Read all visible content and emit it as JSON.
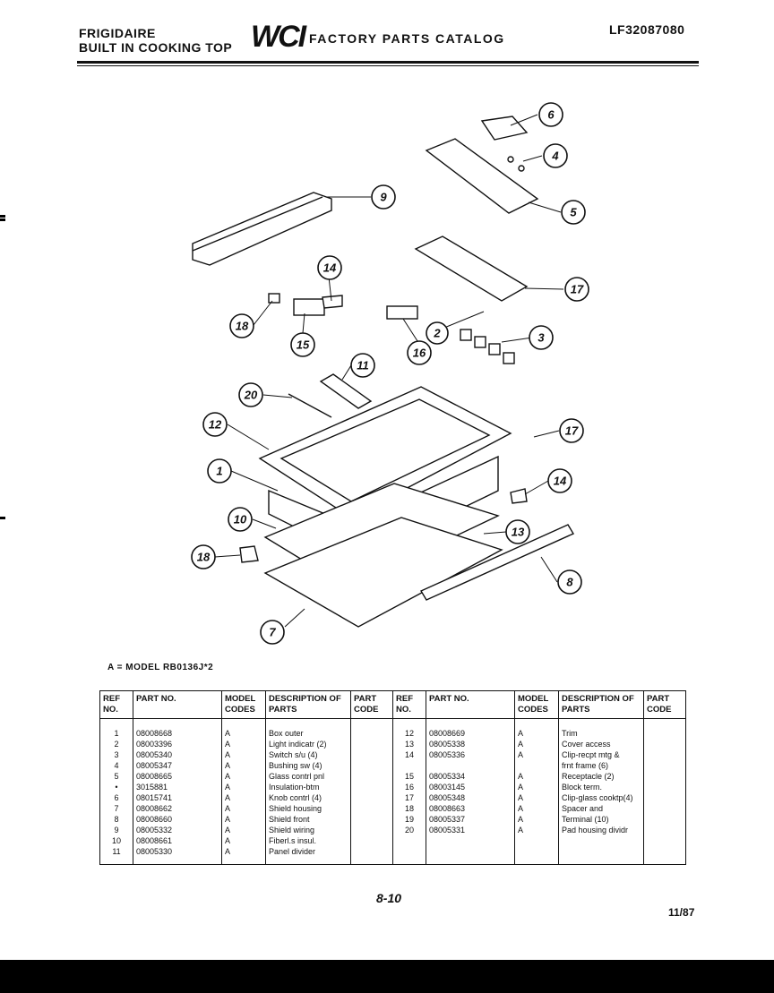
{
  "header": {
    "brand": "FRIGIDAIRE",
    "product": "BUILT IN COOKING TOP",
    "logo": "WCI",
    "catalog_title": "FACTORY PARTS CATALOG",
    "doc_number": "LF32087080"
  },
  "diagram": {
    "callouts": [
      "6",
      "4",
      "5",
      "9",
      "14",
      "17",
      "18",
      "15",
      "16",
      "2",
      "3",
      "11",
      "20",
      "12",
      "17",
      "1",
      "14",
      "10",
      "13",
      "18",
      "8",
      "7"
    ]
  },
  "model_line": "A  =  MODEL RB0136J*2",
  "table": {
    "headers": {
      "ref": "REF NO.",
      "part": "PART NO.",
      "model": "MODEL CODES",
      "desc": "DESCRIPTION OF PARTS",
      "code": "PART CODE"
    },
    "left": [
      {
        "ref": "1",
        "part": "08008668",
        "model": "A",
        "desc": "Box outer",
        "code": ""
      },
      {
        "ref": "2",
        "part": "08003396",
        "model": "A",
        "desc": "Light indicatr (2)",
        "code": ""
      },
      {
        "ref": "3",
        "part": "08005340",
        "model": "A",
        "desc": "Switch s/u (4)",
        "code": ""
      },
      {
        "ref": "4",
        "part": "08005347",
        "model": "A",
        "desc": "Bushing sw (4)",
        "code": ""
      },
      {
        "ref": "5",
        "part": "08008665",
        "model": "A",
        "desc": "Glass contrl pnl",
        "code": ""
      },
      {
        "ref": "•",
        "part": "3015881",
        "model": "A",
        "desc": "Insulation-btm",
        "code": ""
      },
      {
        "ref": "6",
        "part": "08015741",
        "model": "A",
        "desc": "Knob contrl (4)",
        "code": ""
      },
      {
        "ref": "7",
        "part": "08008662",
        "model": "A",
        "desc": "Shield housing",
        "code": ""
      },
      {
        "ref": "8",
        "part": "08008660",
        "model": "A",
        "desc": "Shield front",
        "code": ""
      },
      {
        "ref": "9",
        "part": "08005332",
        "model": "A",
        "desc": "Shield wiring",
        "code": ""
      },
      {
        "ref": "10",
        "part": "08008661",
        "model": "A",
        "desc": "Fiberl.s insul.",
        "code": ""
      },
      {
        "ref": "11",
        "part": "08005330",
        "model": "A",
        "desc": "Panel divider",
        "code": ""
      }
    ],
    "right": [
      {
        "ref": "12",
        "part": "08008669",
        "model": "A",
        "desc": "Trim",
        "code": ""
      },
      {
        "ref": "13",
        "part": "08005338",
        "model": "A",
        "desc": "Cover access",
        "code": ""
      },
      {
        "ref": "14",
        "part": "08005336",
        "model": "A",
        "desc": "Clip-recpt mtg &",
        "code": ""
      },
      {
        "ref": "",
        "part": "",
        "model": "",
        "desc": "frnt frame (6)",
        "code": ""
      },
      {
        "ref": "15",
        "part": "08005334",
        "model": "A",
        "desc": "Receptacle (2)",
        "code": ""
      },
      {
        "ref": "16",
        "part": "08003145",
        "model": "A",
        "desc": "Block term.",
        "code": ""
      },
      {
        "ref": "17",
        "part": "08005348",
        "model": "A",
        "desc": "Clip-glass cooktp(4)",
        "code": ""
      },
      {
        "ref": "18",
        "part": "08008663",
        "model": "A",
        "desc": "Spacer and",
        "code": ""
      },
      {
        "ref": "19",
        "part": "08005337",
        "model": "A",
        "desc": "Terminal (10)",
        "code": ""
      },
      {
        "ref": "20",
        "part": "08005331",
        "model": "A",
        "desc": "Pad housing dividr",
        "code": ""
      },
      {
        "ref": "",
        "part": "",
        "model": "",
        "desc": "",
        "code": ""
      },
      {
        "ref": "",
        "part": "",
        "model": "",
        "desc": "",
        "code": ""
      }
    ]
  },
  "footer": {
    "page": "8-10",
    "date": "11/87"
  }
}
